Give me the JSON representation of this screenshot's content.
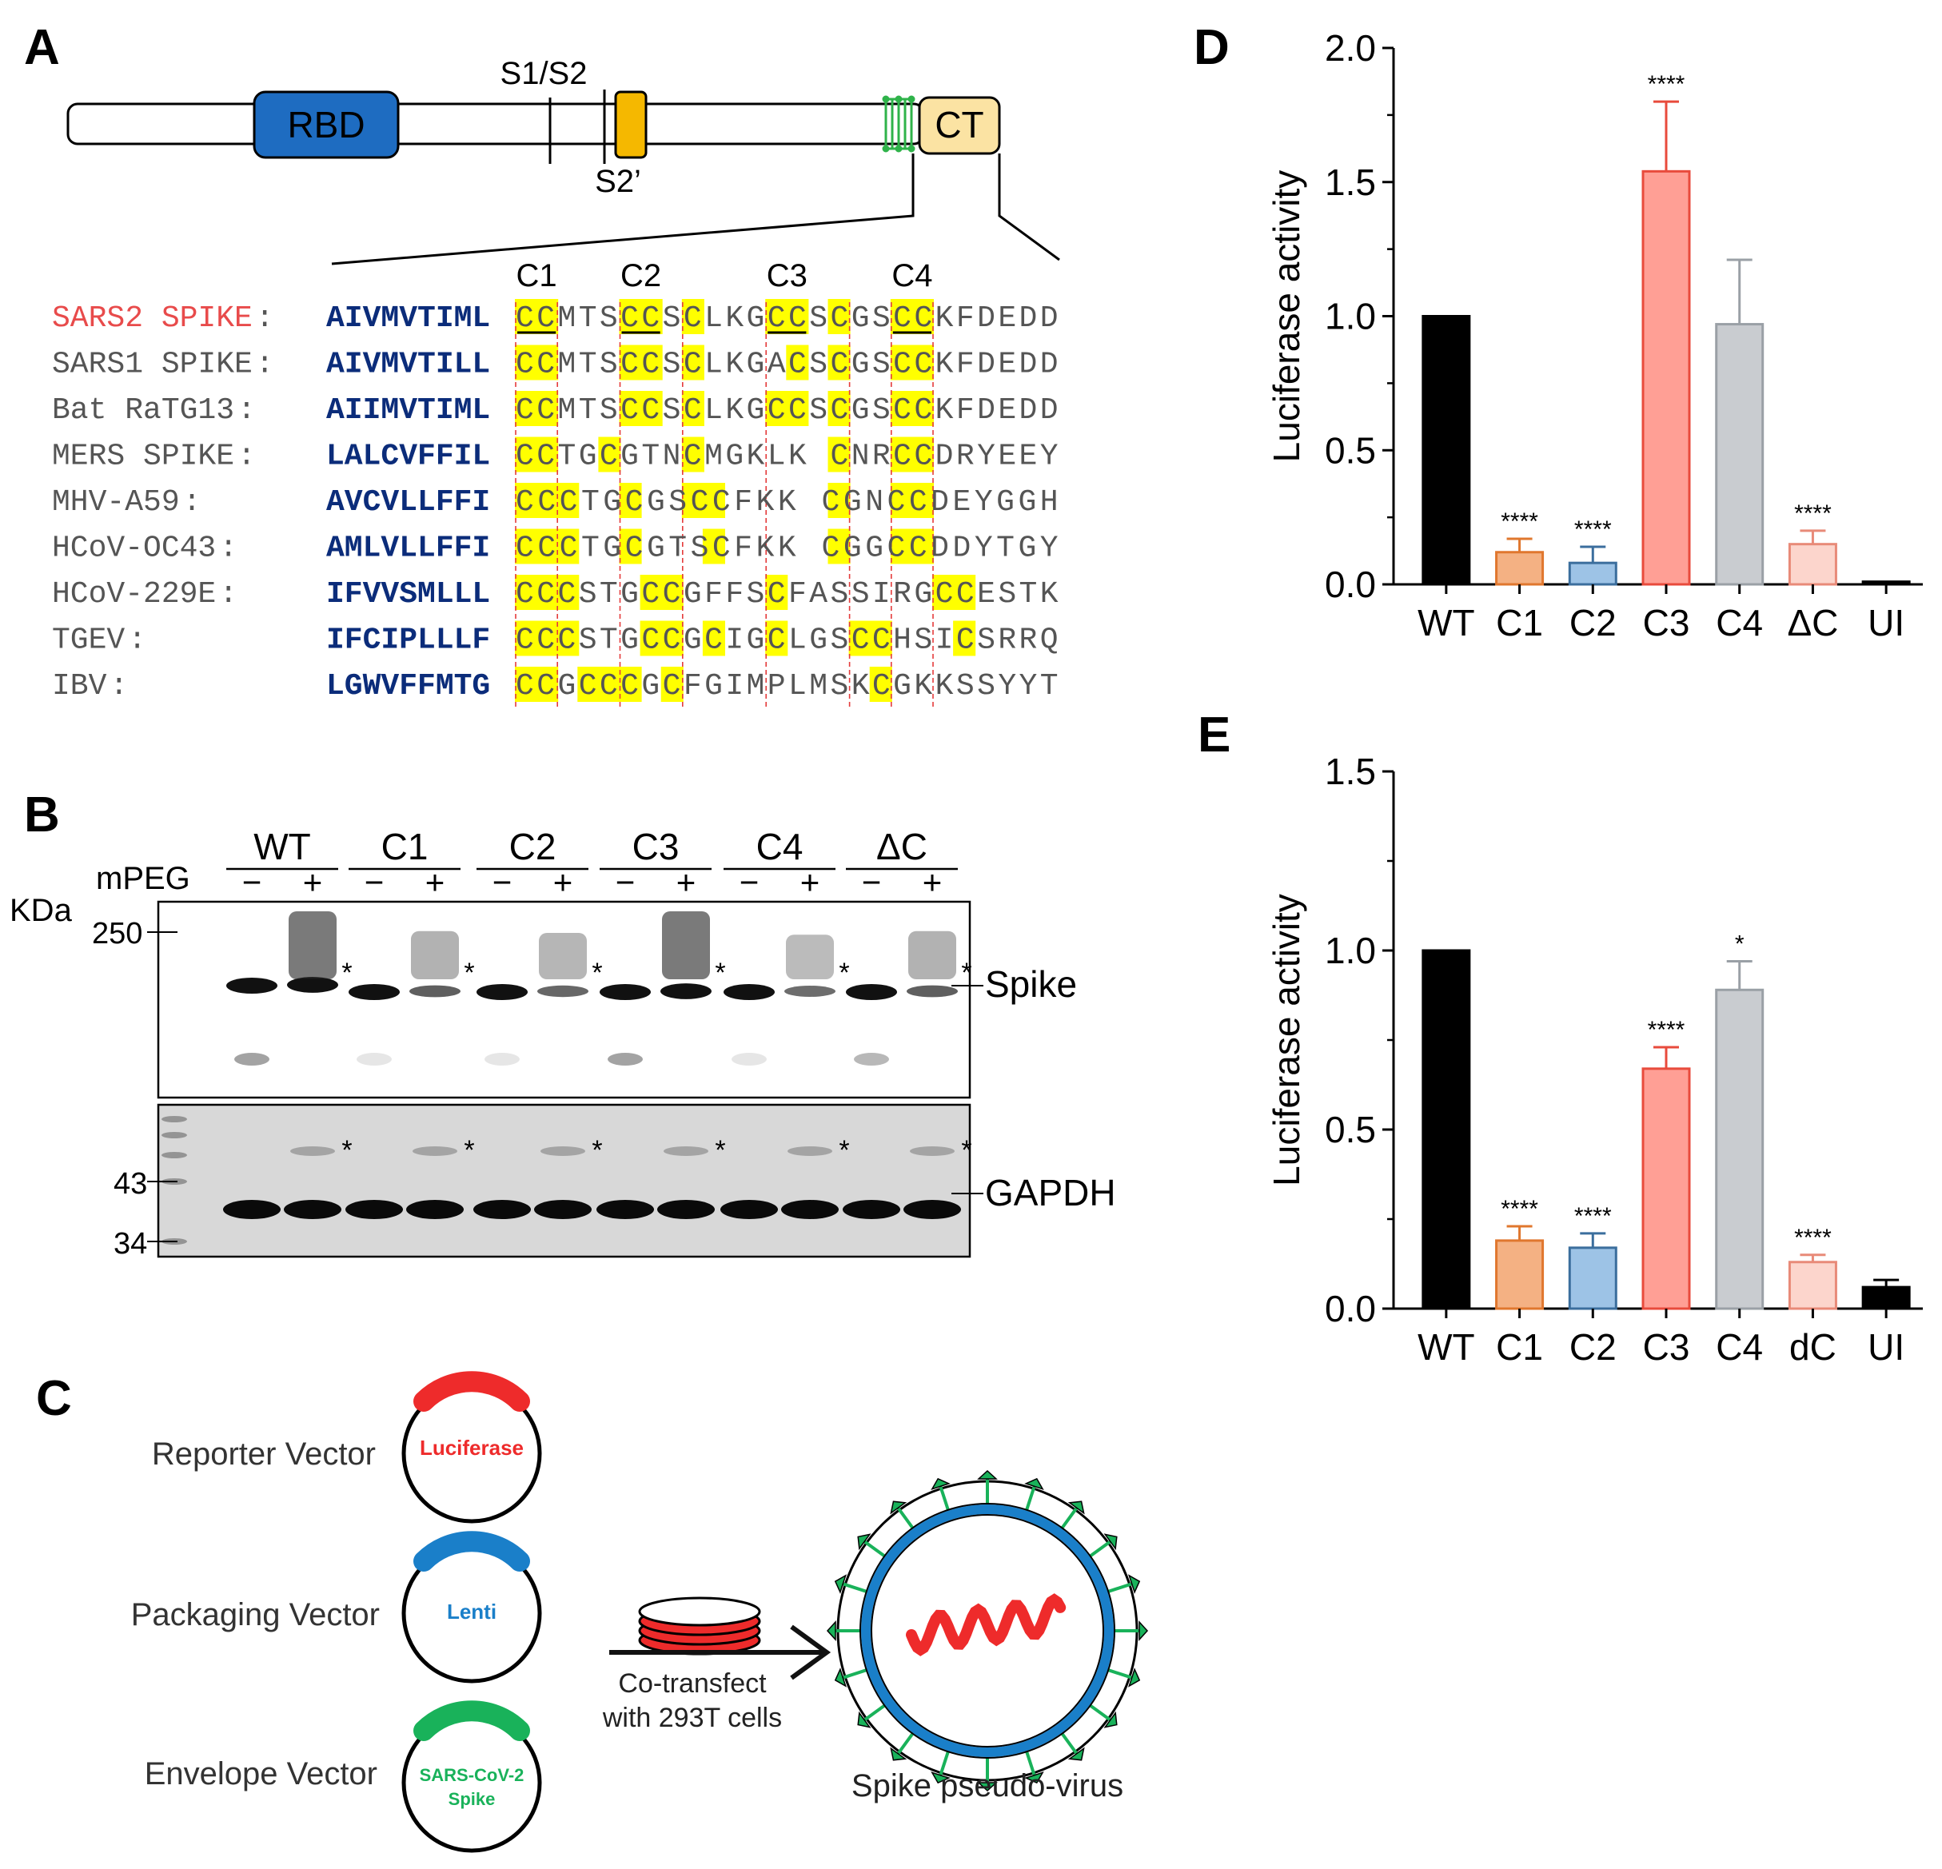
{
  "panels": {
    "A": {
      "letter": "A",
      "domains": {
        "rbd": "RBD",
        "ct": "CT",
        "s1s2": "S1/S2",
        "s2p": "S2’"
      },
      "cys_labels": [
        "C1",
        "C2",
        "C3",
        "C4"
      ],
      "alignment": [
        {
          "name": "SARS2 SPIKE",
          "tm": "AIVMVTIML",
          "tail": "CCMTSCCSCLKGCCSCGSCCKFDEDD"
        },
        {
          "name": "SARS1 SPIKE",
          "tm": "AIVMVTILL",
          "tail": "CCMTSCCSCLKGACSCGSCCKFDEDD"
        },
        {
          "name": "Bat RaTG13",
          "tm": "AIIMVTIML",
          "tail": "CCMTSCCSCLKGCCSCGSCCKFDEDD"
        },
        {
          "name": "MERS SPIKE",
          "tm": "LALCVFFIL",
          "tail": "CCTGCGTNCMGKLK CNRCCDRYEEY"
        },
        {
          "name": "MHV-A59",
          "tm": "AVCVLLFFI",
          "tail": "CCCTGCGSCCFKK  CGNCCDEYGGH"
        },
        {
          "name": "HCoV-OC43",
          "tm": "AMLVLLFFI",
          "tail": "CCCTGCGTSCFKK  CGGCCDDYTGY"
        },
        {
          "name": "HCoV-229E",
          "tm": "IFVVSMLLL",
          "tail": "CCCSTGCCGFFSCFASSIRGCCESTK"
        },
        {
          "name": "TGEV",
          "tm": "IFCIPLLLF",
          "tail": "CCCSTGCCGCIGCLGSCCHSICSRRQ"
        },
        {
          "name": "IBV",
          "tm": "LGWVFFMTG",
          "tail": "CCGCCCGCFGIMPLMSKCGKKSSYYT"
        }
      ],
      "colors": {
        "highlight": "#ffff00",
        "rbd": "#1e6cc1",
        "s2p": "#f5b800",
        "ct": "#fbe3a3",
        "first_seq": "#e84b4b",
        "tm": "#0b2c7a",
        "tm_helix": "#2fb34a"
      }
    },
    "B": {
      "letter": "B",
      "groups": [
        "WT",
        "C1",
        "C2",
        "C3",
        "C4",
        "ΔC"
      ],
      "reagent": "mPEG",
      "lane_signs": [
        "−",
        "+"
      ],
      "kda_label": "KDa",
      "markers": [
        "250",
        "43",
        "34"
      ],
      "spike_label": "Spike",
      "gapdh_label": "GAPDH",
      "asterisk": "*"
    },
    "C": {
      "letter": "C",
      "vectors": [
        {
          "label": "Reporter Vector",
          "insert": "Luciferase",
          "color": "#ee2b2b"
        },
        {
          "label": "Packaging Vector",
          "insert": "Lenti",
          "color": "#1a7fc9"
        },
        {
          "label": "Envelope Vector",
          "insert": "SARS-CoV-2",
          "insert2": "Spike",
          "color": "#19b25a"
        }
      ],
      "arrow_line1": "Co-transfect",
      "arrow_line2": "with 293T cells",
      "virus_label": "Spike pseudo-virus"
    }
  },
  "chart_data": [
    {
      "panel": "D",
      "type": "bar",
      "ylabel": "Luciferase activity",
      "categories": [
        "WT",
        "C1",
        "C2",
        "C3",
        "C4",
        "ΔC",
        "UI"
      ],
      "values": [
        1.0,
        0.12,
        0.08,
        1.54,
        0.97,
        0.15,
        0.01
      ],
      "errors": [
        0,
        0.05,
        0.06,
        0.26,
        0.24,
        0.05,
        0
      ],
      "significance": [
        "",
        "****",
        "****",
        "****",
        "",
        "****",
        ""
      ],
      "ylim": [
        0,
        2.0
      ],
      "yticks": [
        "0.0",
        "0.5",
        "1.0",
        "1.5",
        "2.0"
      ],
      "colors": [
        "#000000",
        "#f4b183",
        "#9dc3e6",
        "#ff9f95",
        "#c9ccd0",
        "#fcd5cc",
        "#000000"
      ],
      "edge_colors": [
        "#000000",
        "#e0772e",
        "#3b6e9d",
        "#e84b3c",
        "#9aa0a6",
        "#e88a78",
        "#000000"
      ]
    },
    {
      "panel": "E",
      "type": "bar",
      "ylabel": "Luciferase activity",
      "categories": [
        "WT",
        "C1",
        "C2",
        "C3",
        "C4",
        "dC",
        "UI"
      ],
      "values": [
        1.0,
        0.19,
        0.17,
        0.67,
        0.89,
        0.13,
        0.06
      ],
      "errors": [
        0,
        0.04,
        0.04,
        0.06,
        0.08,
        0.02,
        0.02
      ],
      "significance": [
        "",
        "****",
        "****",
        "****",
        "*",
        "****",
        ""
      ],
      "ylim": [
        0,
        1.5
      ],
      "yticks": [
        "0.0",
        "0.5",
        "1.0",
        "1.5"
      ],
      "colors": [
        "#000000",
        "#f4b183",
        "#9dc3e6",
        "#ff9f95",
        "#c9ccd0",
        "#fcd5cc",
        "#000000"
      ],
      "edge_colors": [
        "#000000",
        "#e0772e",
        "#3b6e9d",
        "#e84b3c",
        "#9aa0a6",
        "#e88a78",
        "#000000"
      ]
    }
  ]
}
